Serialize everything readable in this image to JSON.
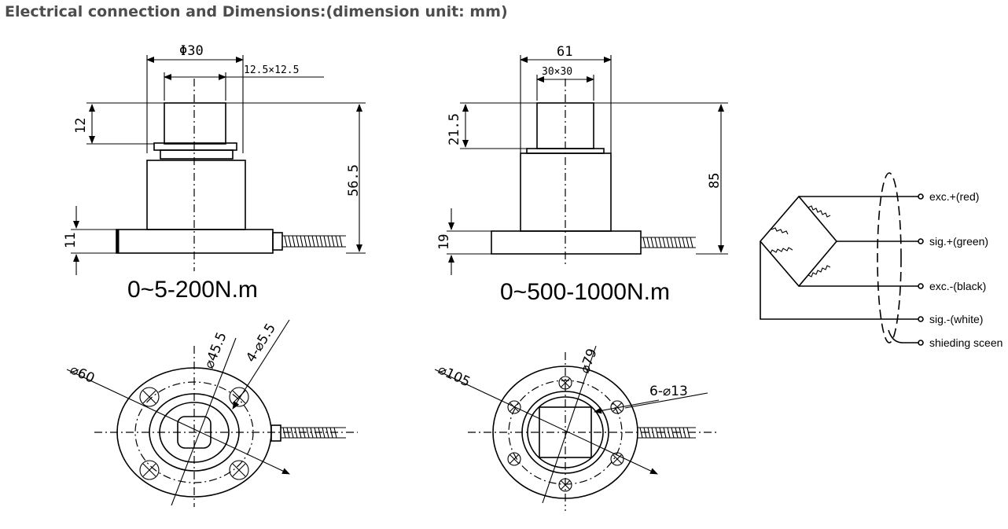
{
  "heading": "Electrical connection and Dimensions:(dimension unit: mm)",
  "small_model": {
    "range_label": "0~5-200N.m",
    "dims": {
      "diameter_top": "Φ30",
      "square": "12.5×12.5",
      "height_shaft": "12",
      "height_total": "56.5",
      "height_base": "11",
      "outer_dia": "⌀60",
      "pcd": "⌀45.5",
      "holes": "4-⌀5.5"
    }
  },
  "large_model": {
    "range_label": "0~500-1000N.m",
    "dims": {
      "width_top": "61",
      "square": "30×30",
      "height_shaft": "21.5",
      "height_total": "85",
      "height_base": "19",
      "outer_dia": "⌀105",
      "pcd": "⌀79",
      "holes": "6-⌀13"
    }
  },
  "wiring": {
    "labels": [
      "exc.+(red)",
      "sig.+(green)",
      "exc.-(black)",
      "sig.-(white)",
      "shieding sceen"
    ]
  }
}
